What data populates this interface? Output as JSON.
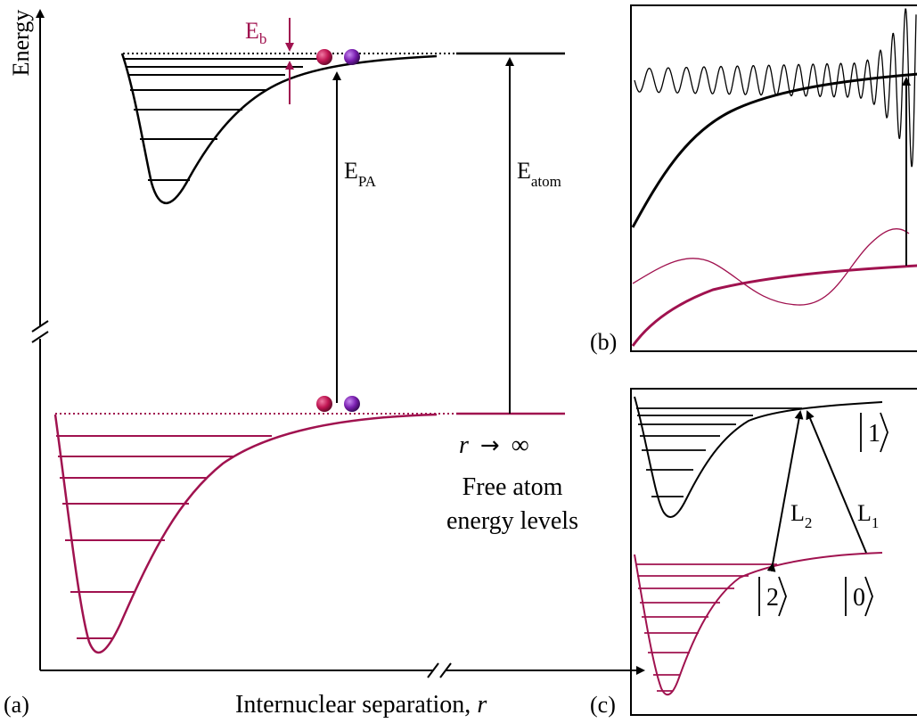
{
  "colors": {
    "black": "#000000",
    "magenta": "#a0124f",
    "atom_red": "#c01552",
    "atom_purple": "#7a1fb0"
  },
  "panel_a": {
    "label": "(a)",
    "y_axis_label": "Energy",
    "x_axis_label_text": "Internuclear separation, ",
    "x_axis_label_var": "r",
    "eb_main": "E",
    "eb_sub": "b",
    "epa_main": "E",
    "epa_sub": "PA",
    "eatom_main": "E",
    "eatom_sub": "atom",
    "r_var": "r",
    "r_arrow": "→",
    "r_inf": "∞",
    "free_atom_line1": "Free atom",
    "free_atom_line2": "energy levels"
  },
  "panel_b": {
    "label": "(b)"
  },
  "panel_c": {
    "label": "(c)",
    "l2_main": "L",
    "l2_sub": "2",
    "l1_main": "L",
    "l1_sub": "1",
    "ket1": "1",
    "ket2": "2",
    "ket0": "0"
  }
}
